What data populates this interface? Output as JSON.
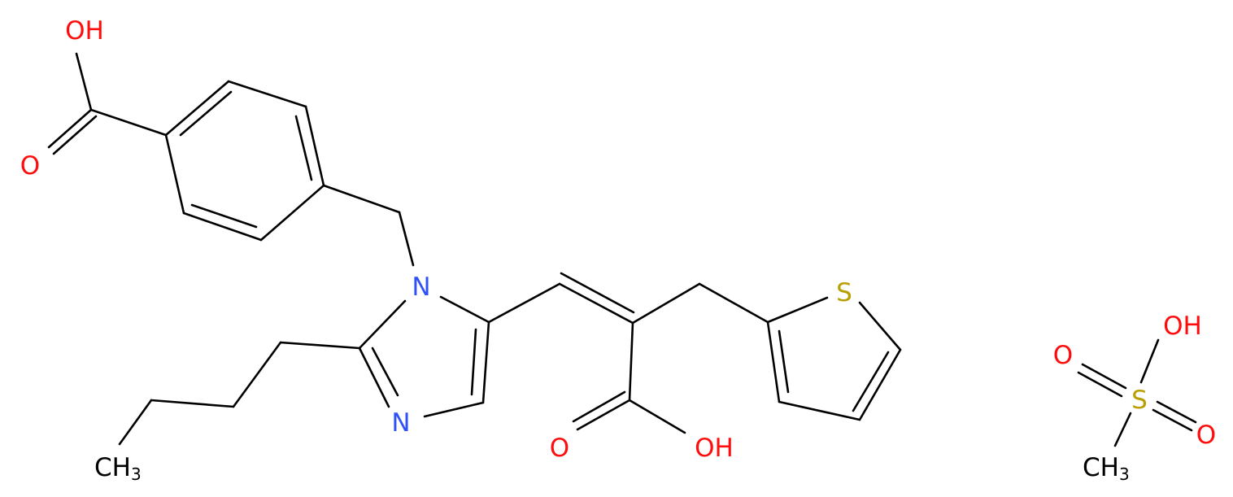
{
  "colors": {
    "bond": "#000000",
    "oxygen": "#ff0d0d",
    "nitrogen": "#3050f8",
    "sulfur": "#b8a000",
    "carbon": "#000000"
  },
  "molecule": {
    "acid_top_oh": "OH",
    "acid_top_o": "O",
    "n1": "N",
    "n3": "N",
    "butyl_ch3": "CH",
    "butyl_ch3_sub": "3",
    "thiophene_s": "S",
    "acid_mid_o": "O",
    "acid_mid_oh": "OH"
  },
  "counterion": {
    "oh": "OH",
    "o_left": "O",
    "o_right": "O",
    "s": "S",
    "ch3": "CH",
    "ch3_sub": "3"
  }
}
